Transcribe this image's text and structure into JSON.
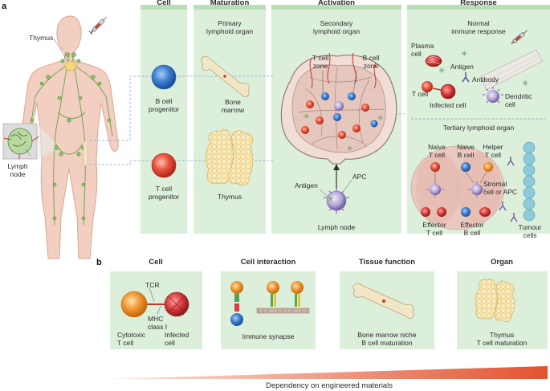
{
  "panel_a": {
    "letter": "a",
    "body_labels": {
      "thymus": "Thymus",
      "lymph_node": "Lymph\nnode"
    },
    "columns": {
      "cell": {
        "header": "Cell",
        "b_cell": "B cell\nprogenitor",
        "t_cell": "T cell\nprogenitor"
      },
      "maturation": {
        "header": "Maturation",
        "organ": "Primary\nlymphoid organ",
        "bone": "Bone\nmarrow",
        "thymus": "Thymus"
      },
      "activation": {
        "header": "Activation",
        "organ": "Secondary\nlymphoid organ",
        "t_zone": "T cell\nzone",
        "b_zone": "B cell\nzone",
        "antigen": "Antigen",
        "apc": "APC",
        "lymph_node": "Lymph node"
      },
      "response": {
        "header": "Response",
        "normal": "Normal\nimmune response",
        "plasma": "Plasma\ncell",
        "antigen": "Antigen",
        "antibody": "Antibody",
        "t_cell": "T cell",
        "infected": "Infected cell",
        "dendritic": "Dendritic\ncell",
        "tertiary": "Tertiary lymphoid organ",
        "naive_t": "Naive\nT cell",
        "naive_b": "Naive\nB cell",
        "helper_t": "Helper\nT cell",
        "stromal": "Stromal\ncell or APC",
        "effector_t": "Effector\nT cell",
        "effector_b": "Effector\nB cell",
        "tumour": "Tumour\ncells"
      }
    }
  },
  "panel_b": {
    "letter": "b",
    "cell": {
      "header": "Cell",
      "tcr": "TCR",
      "mhc": "MHC\nclass I",
      "cytotoxic": "Cytotoxic\nT cell",
      "infected": "Infected\ncell"
    },
    "interaction": {
      "header": "Cell interaction",
      "caption": "Immune synapse"
    },
    "tissue": {
      "header": "Tissue function",
      "caption": "Bone marrow niche\nB cell maturation"
    },
    "organ": {
      "header": "Organ",
      "caption": "Thymus\nT cell maturation"
    },
    "arrow_label": "Dependency on engineered materials"
  },
  "colors": {
    "panel_bg": "#dcefdb",
    "header_bar": "#b9deb7",
    "b_cell": "#3d7fd1",
    "t_cell": "#e8503a",
    "gradient_end": "#e2522f"
  }
}
